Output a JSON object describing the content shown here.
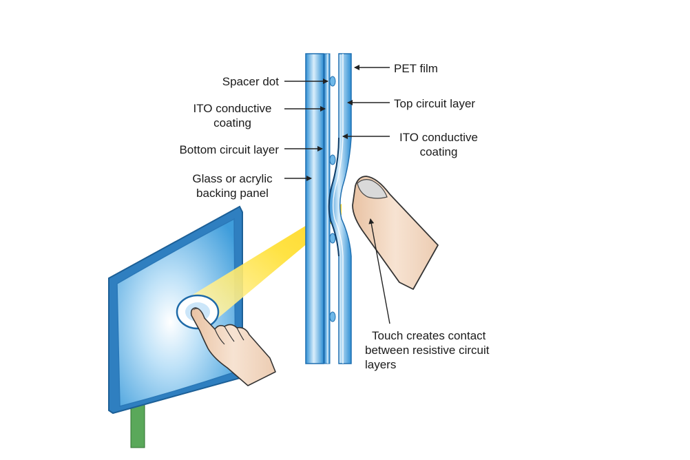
{
  "labels": {
    "spacer_dot": "Spacer dot",
    "ito_left_1": "ITO conductive",
    "ito_left_2": "coating",
    "bottom_circuit": "Bottom circuit layer",
    "glass_1": "Glass or acrylic",
    "glass_2": "backing panel",
    "pet_film": "PET film",
    "top_circuit": "Top circuit layer",
    "ito_right_1": "ITO conductive",
    "ito_right_2": "coating",
    "touch_1": "Touch creates contact",
    "touch_2": "between resistive circuit",
    "touch_3": "layers"
  },
  "colors": {
    "panel_blue": "#3a9ad9",
    "panel_light": "#d8ecfa",
    "beam_yellow": "#ffe24a",
    "skin": "#f4dcc6",
    "cable_green": "#5aa85a",
    "leader": "#222222"
  },
  "icons": {
    "hand": "pointing-hand-icon",
    "finger": "finger-icon",
    "monitor": "touch-panel-icon"
  }
}
